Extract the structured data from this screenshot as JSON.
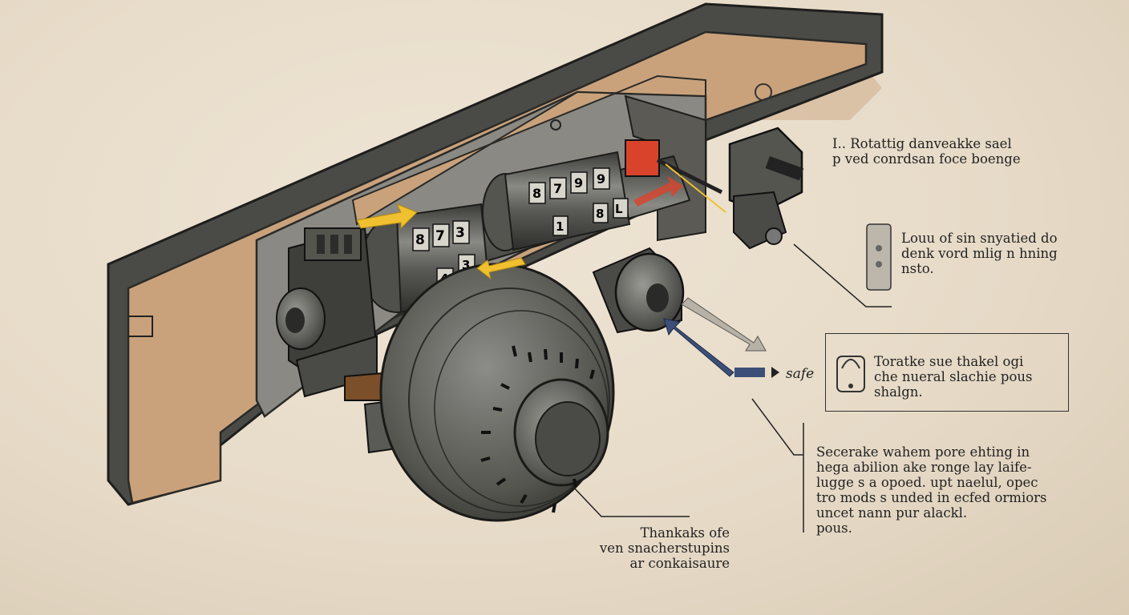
{
  "labels": {
    "top_right": [
      "I.. Rotattig danveakke sael",
      "p  ved conrdsan foce boenge"
    ],
    "mid_right": [
      "Louu of sin snyatied do",
      "denk vord mlig n hning",
      "nsto."
    ],
    "box_right": [
      "Toratke sue thakel ogi",
      "che nueral slachie pous",
      "shalgn."
    ],
    "lower_right": [
      "Secerake wahem pore ehting in",
      "hega abilion ake ronge lay laife-",
      "lugge s a opoed. upt naelul, opec",
      "tro mods s unded in ecfed ormiors",
      "uncet nann pur alackl.",
      "pous."
    ],
    "bottom_center": [
      "Thankaks ofe",
      "ven snacherstupins",
      "ar conkaisaure"
    ],
    "safe": "safe"
  },
  "colors": {
    "paper": "#e8ddcc",
    "housing_dark": "#4a4a46",
    "housing_tan": "#c9a27c",
    "metal": "#5a5a56",
    "accent_red": "#d9432c",
    "accent_yellow": "#f0c030",
    "accent_blue": "#3b4f78"
  },
  "wheel_digits": [
    "8",
    "7",
    "3",
    "4",
    "3",
    "8",
    "7",
    "9",
    "9",
    "1",
    "8",
    "L"
  ]
}
